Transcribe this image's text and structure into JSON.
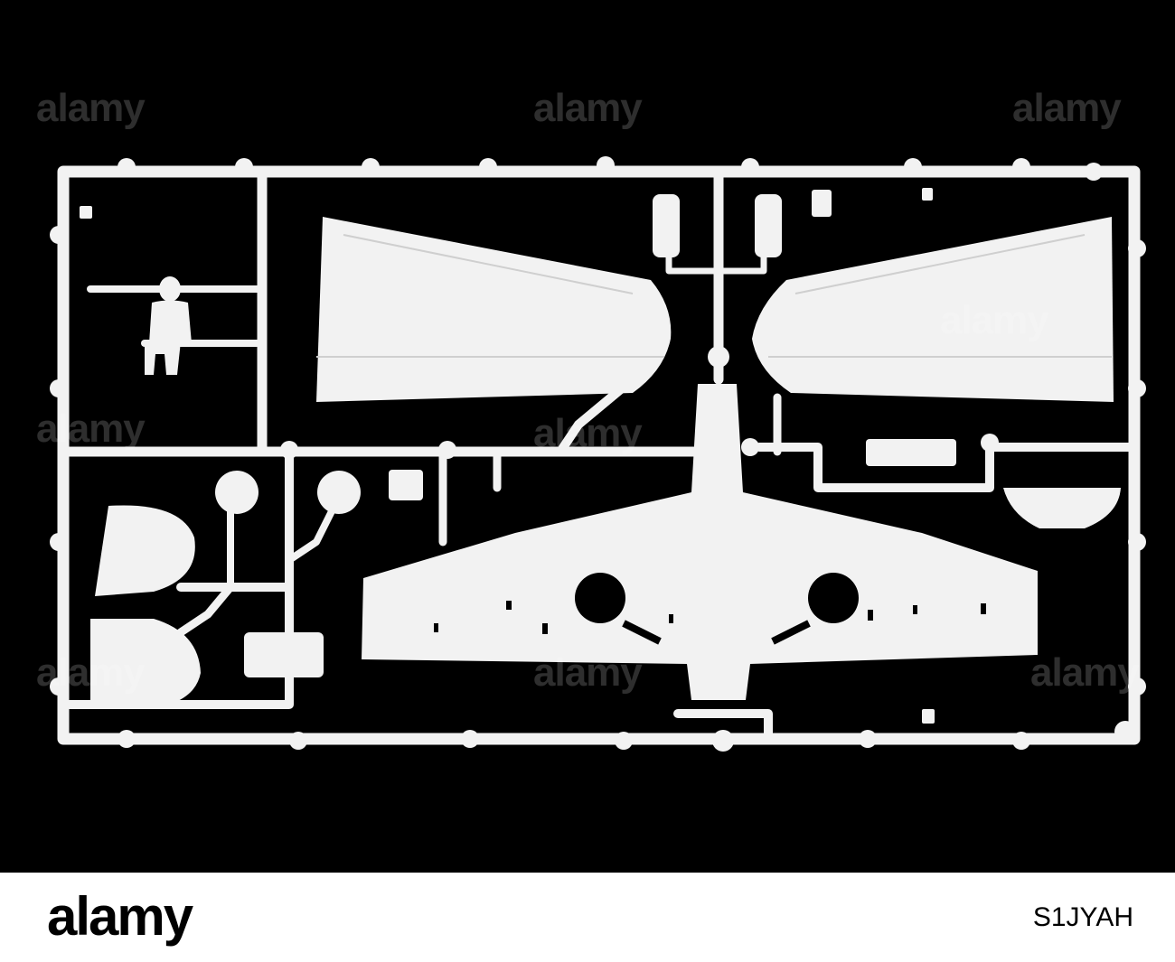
{
  "image": {
    "subject": "",
    "background_color": "#000000",
    "plastic_color": "#f4f4f4"
  },
  "watermarks": {
    "text": "alamy",
    "marks": [
      "alamy",
      "alamy",
      "alamy",
      "alamy",
      "alamy",
      "alamy",
      "alamy",
      "alamy",
      "alamy"
    ]
  },
  "footer": {
    "logo_text": "alamy",
    "image_id": "S1JYAH"
  }
}
